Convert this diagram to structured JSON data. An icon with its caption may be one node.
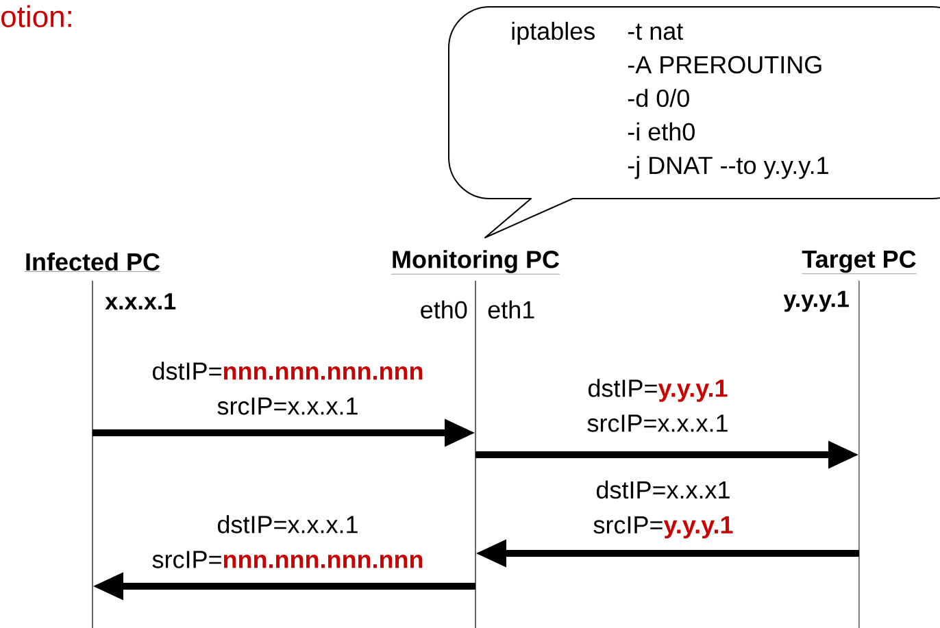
{
  "diagram": {
    "nodes": [
      {
        "text": [
          "Infected PC",
          "x.x.x.1"
        ]
      },
      {
        "text": [
          "Monitoring PC",
          "eth0",
          "eth1"
        ]
      },
      {
        "text": [
          "Target PC",
          "y.y.y.1"
        ]
      },
      {
        "text": [
          "iptables",
          "-t nat",
          "-A PREROUTING",
          "-d 0/0",
          "-i eth0",
          "-j DNAT --to y.y.y.1"
        ]
      }
    ],
    "edges": [
      {
        "from": 0,
        "to": 1,
        "arrow": "to",
        "label": "dstIP=**nnn.nnn.nnn.nnn** srcIP=x.x.x.1"
      },
      {
        "from": 1,
        "to": 2,
        "arrow": "to",
        "label": "dstIP=**y.y.y.1** srcIP=x.x.x.1"
      },
      {
        "from": 2,
        "to": 1,
        "arrow": "to",
        "label": "dstIP=x.x.x1 srcIP=**y.y.y.1**"
      },
      {
        "from": 1,
        "to": 0,
        "arrow": "to",
        "label": "dstIP=x.x.x.1 srcIP=**nnn.nnn.nnn.nnn**"
      }
    ],
    "labels": [
      "otion:"
    ]
  }
}
